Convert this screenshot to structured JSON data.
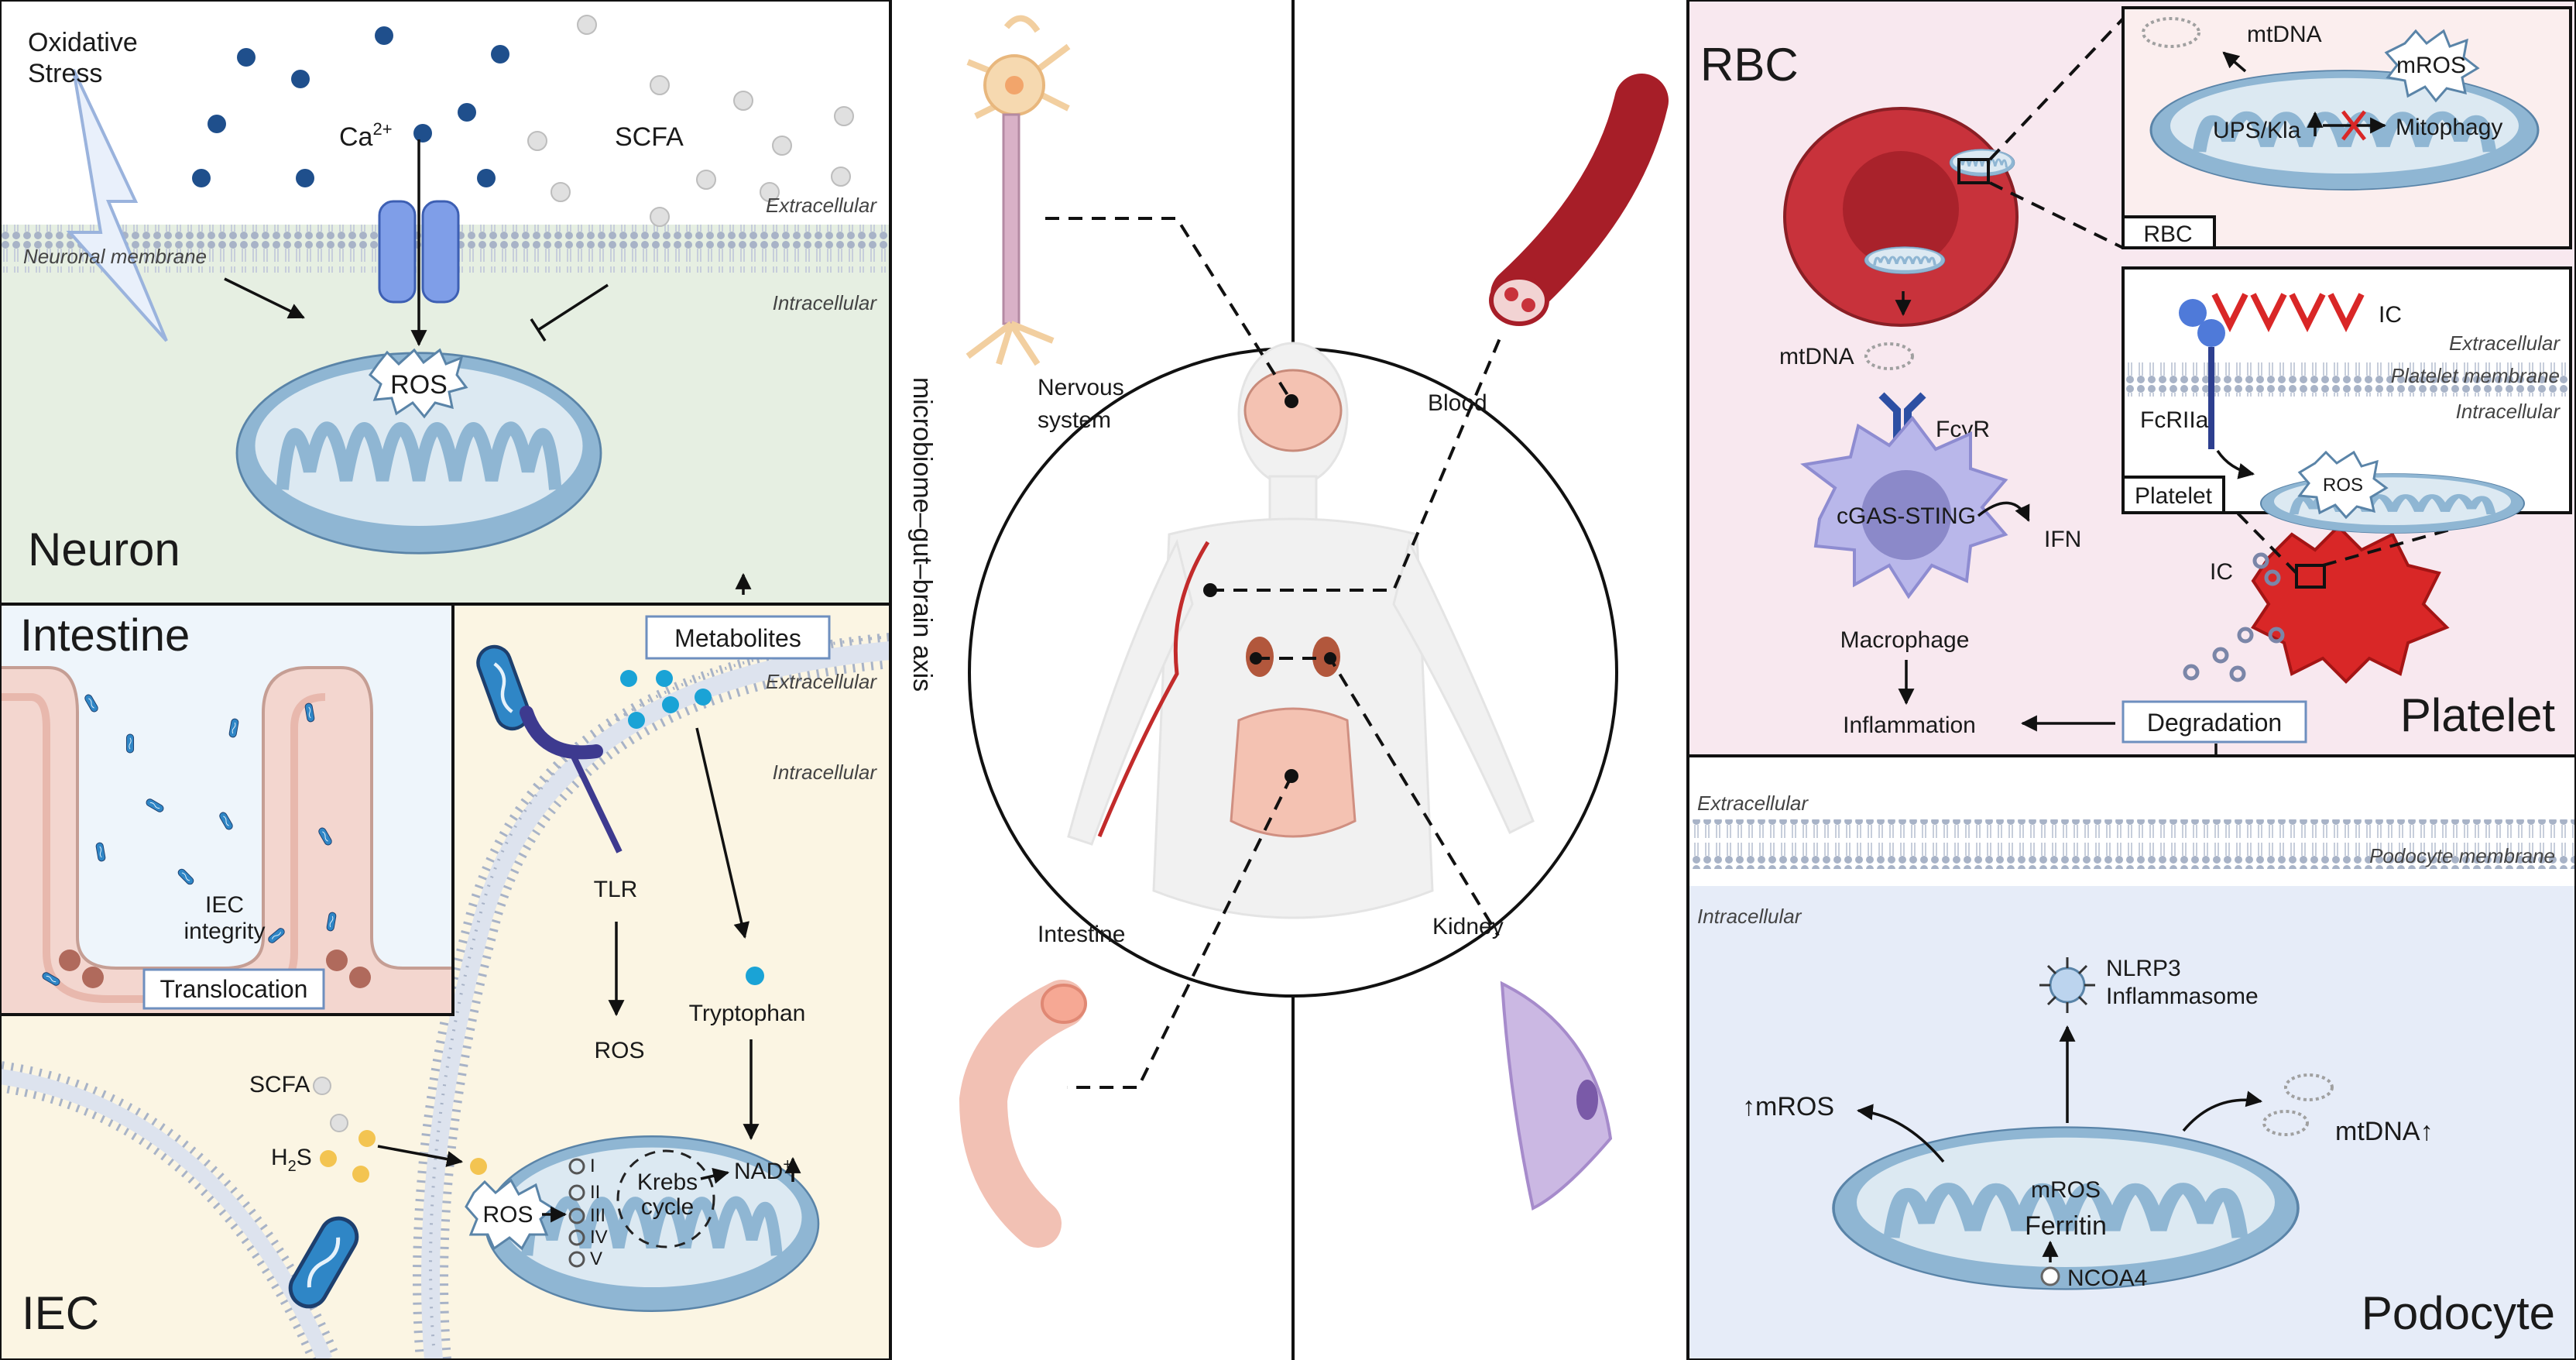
{
  "center": {
    "axis_label": "microbiome–gut–brain axis",
    "organs": {
      "nervous": "Nervous system",
      "nervous_line1": "Nervous",
      "nervous_line2": "system",
      "blood": "Blood",
      "intestine": "Intestine",
      "kidney": "Kidney"
    }
  },
  "neuron_panel": {
    "title": "Neuron",
    "oxidative_line1": "Oxidative",
    "oxidative_line2": "Stress",
    "calcium": "Ca",
    "calcium_sup": "2+",
    "scfa": "SCFA",
    "extracellular": "Extracellular",
    "intracellular": "Intracellular",
    "membrane": "Neuronal membrane",
    "ros": "ROS"
  },
  "intestine_panel": {
    "title": "Intestine",
    "iec_line1": "IEC",
    "iec_line2": "integrity",
    "translocation": "Translocation"
  },
  "iec_panel": {
    "title": "IEC",
    "metabolites": "Metabolites",
    "extracellular": "Extracellular",
    "intracellular": "Intracellular",
    "tlr": "TLR",
    "ros_mid": "ROS",
    "tryptophan": "Tryptophan",
    "scfa": "SCFA",
    "h2s": "H",
    "h2s_sub": "2",
    "h2s_tail": "S",
    "ros_mito": "ROS",
    "krebs_line1": "Krebs",
    "krebs_line2": "cycle",
    "nad": "NAD",
    "nad_sup": "+",
    "complexes": [
      "I",
      "II",
      "III",
      "IV",
      "V"
    ]
  },
  "rbc_panel": {
    "title": "RBC",
    "mtdna": "mtDNA",
    "fcgr": "FcγR",
    "cgas": "cGAS-STING",
    "ifn": "IFN",
    "macrophage": "Macrophage",
    "inflammation": "Inflammation",
    "ic": "IC",
    "degradation": "Degradation",
    "platelet_title": "Platelet"
  },
  "rbc_inset": {
    "mtdna": "mtDNA",
    "mros": "mROS",
    "ups": "UPS/Kla",
    "mitophagy": "Mitophagy",
    "tag": "RBC"
  },
  "platelet_inset": {
    "ic": "IC",
    "extracellular": "Extracellular",
    "membrane": "Platelet membrane",
    "intracellular": "Intracellular",
    "fcr": "FcRIIa",
    "ros": "ROS",
    "tag": "Platelet"
  },
  "podocyte_panel": {
    "title": "Podocyte",
    "extracellular": "Extracellular",
    "membrane": "Podocyte membrane",
    "intracellular": "Intracellular",
    "nlrp3_line1": "NLRP3",
    "nlrp3_line2": "Inflammasome",
    "mros_left": "mROS",
    "mtdna_right": "mtDNA",
    "mros_inner": "mROS",
    "ferritin": "Ferritin",
    "ncoa4": "NCOA4"
  },
  "colors": {
    "neuron_bg": "#e6efe2",
    "intestine_bg": "#eef5fb",
    "iec_bg": "#fbf5e3",
    "rbc_bg": "#f8e8ef",
    "podocyte_bg": "#e6ecf8",
    "mito_fill": "#a9c9e0",
    "mito_inner": "#dce9f2",
    "rbc_red": "#c8323b",
    "platelet_red": "#d92727",
    "macrophage": "#b9b7ea",
    "label_box": "#6e8fbf"
  },
  "icons": [
    "neuron-icon",
    "brain-icon",
    "blood-vessel-icon",
    "intestine-tube-icon",
    "podocyte-cell-icon",
    "bacterium-icon",
    "mitochondrion-icon",
    "red-blood-cell-icon",
    "macrophage-icon",
    "platelet-icon",
    "inflammasome-icon",
    "ion-channel-icon",
    "tlr-receptor-icon"
  ]
}
